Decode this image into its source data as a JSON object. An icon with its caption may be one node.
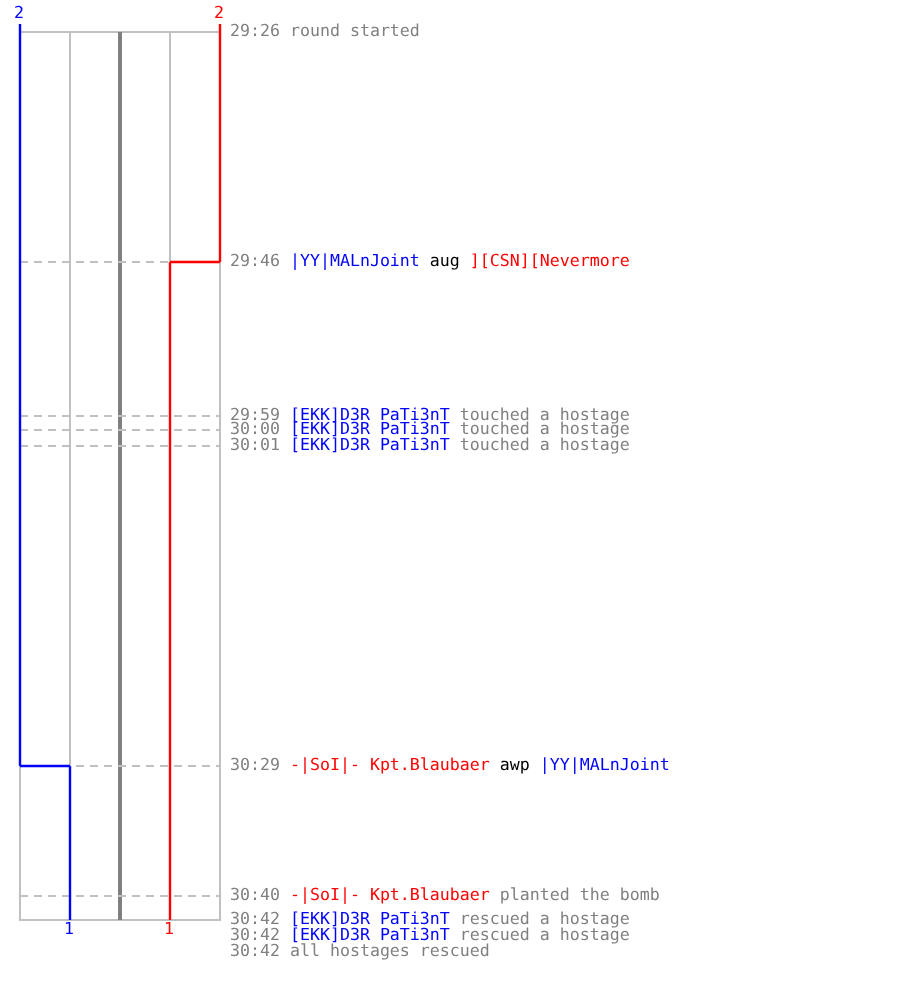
{
  "diagram": {
    "labels": [
      "2",
      "2",
      "29:26",
      "round started",
      "29:46",
      "|YY|MALnJoint",
      "aug",
      "][CSN][Nevermore",
      "29:59",
      "[EKK]D3R PaTi3nT",
      "touched a hostage",
      "30:00",
      "[EKK]D3R PaTi3nT",
      "touched a hostage",
      "30:01",
      "[EKK]D3R PaTi3nT",
      "touched a hostage",
      "30:29",
      "-|SoI|- Kpt.Blaubaer",
      "awp",
      "|YY|MALnJoint",
      "30:40",
      "-|SoI|- Kpt.Blaubaer",
      "planted the bomb",
      "30:42",
      "[EKK]D3R PaTi3nT",
      "rescued a hostage",
      "30:42",
      "[EKK]D3R PaTi3nT",
      "rescued a hostage",
      "30:42",
      "all hostages rescued",
      "1",
      "1"
    ]
  }
}
